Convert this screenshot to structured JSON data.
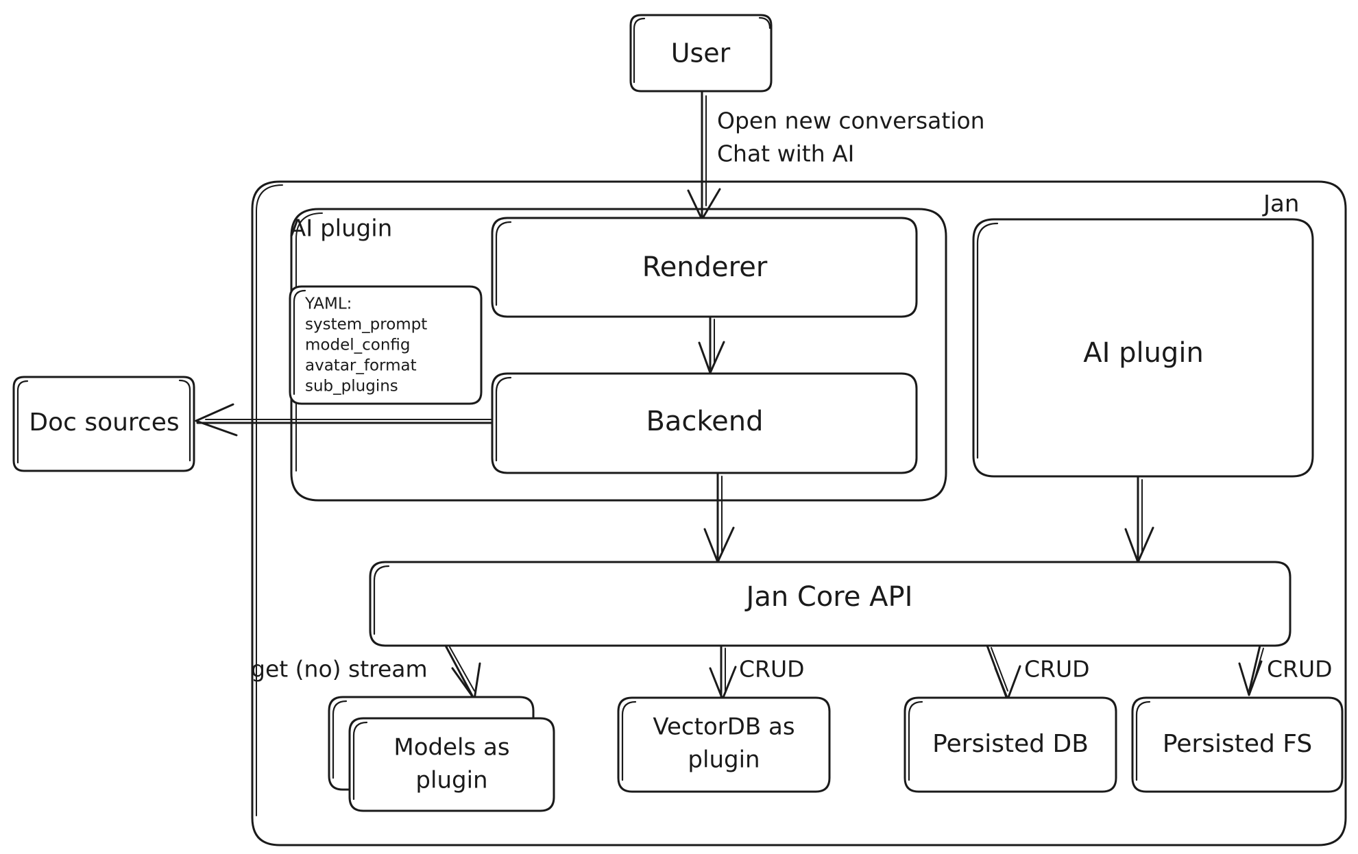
{
  "diagram": {
    "title": "Jan architecture diagram",
    "style": "hand-drawn",
    "stroke_color": "#1a1a1a",
    "background_color": "#ffffff"
  },
  "containers": {
    "jan": {
      "label": "Jan"
    },
    "ai_plugin_group": {
      "label": "AI plugin"
    }
  },
  "nodes": {
    "user": {
      "label": "User"
    },
    "renderer": {
      "label": "Renderer"
    },
    "backend": {
      "label": "Backend"
    },
    "doc_sources": {
      "label": "Doc sources"
    },
    "ai_plugin": {
      "label": "AI plugin"
    },
    "jan_core_api": {
      "label": "Jan Core API"
    },
    "models_plugin": {
      "label": "Models as plugin"
    },
    "vectordb_plugin": {
      "label": "VectorDB as plugin"
    },
    "persisted_db": {
      "label": "Persisted DB"
    },
    "persisted_fs": {
      "label": "Persisted FS"
    }
  },
  "yaml_box": {
    "header": "YAML:",
    "keys": [
      "system_prompt",
      "model_config",
      "avatar_format",
      "sub_plugins"
    ]
  },
  "edge_labels": {
    "user_to_renderer_line1": "Open new conversation",
    "user_to_renderer_line2": "Chat with AI",
    "models_stream": "get (no) stream",
    "crud_vectordb": "CRUD",
    "crud_persisted_db": "CRUD",
    "crud_persisted_fs": "CRUD"
  }
}
